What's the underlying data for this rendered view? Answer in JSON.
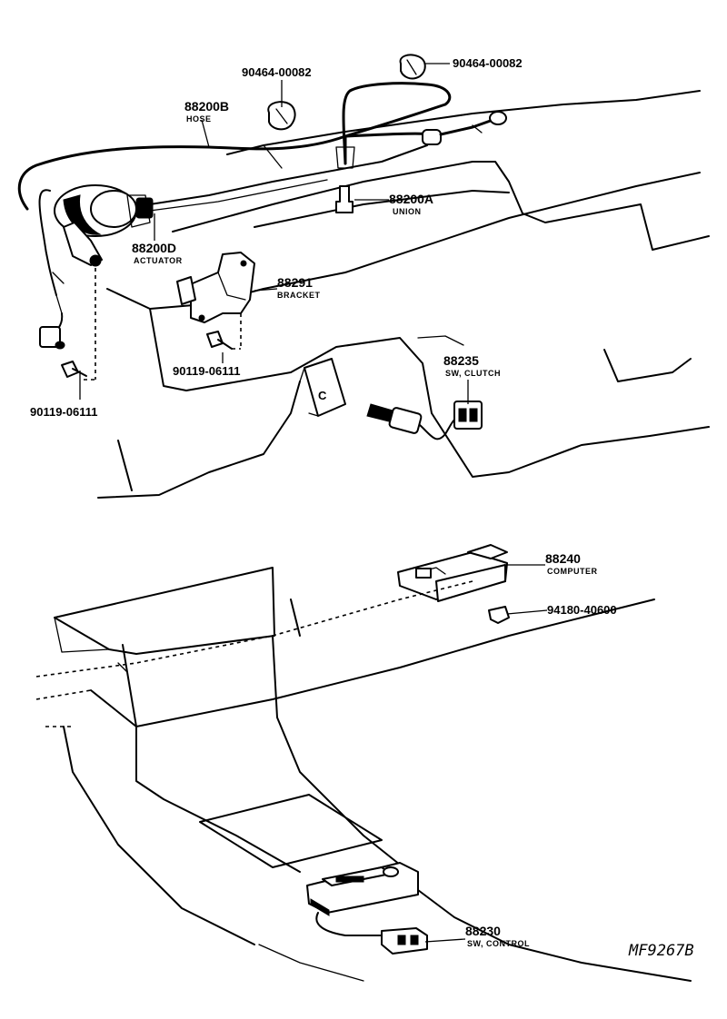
{
  "labels": {
    "clip_top_center": {
      "number": "90464-00082"
    },
    "clip_top_right": {
      "number": "90464-00082"
    },
    "hose": {
      "number": "88200B",
      "name": "HOSE"
    },
    "union": {
      "number": "88200A",
      "name": "UNION"
    },
    "actuator": {
      "number": "88200D",
      "name": "ACTUATOR"
    },
    "bracket": {
      "number": "88291",
      "name": "BRACKET"
    },
    "bolt_center": {
      "number": "90119-06111"
    },
    "bolt_left": {
      "number": "90119-06111"
    },
    "clutch_switch": {
      "number": "88235",
      "name": "SW, CLUTCH"
    },
    "computer": {
      "number": "88240",
      "name": "COMPUTER"
    },
    "computer_clip": {
      "number": "94180-40600"
    },
    "control_switch": {
      "number": "88230",
      "name": "SW, CONTROL"
    },
    "panel_mark": "C",
    "reference_code": "MF9267B"
  }
}
